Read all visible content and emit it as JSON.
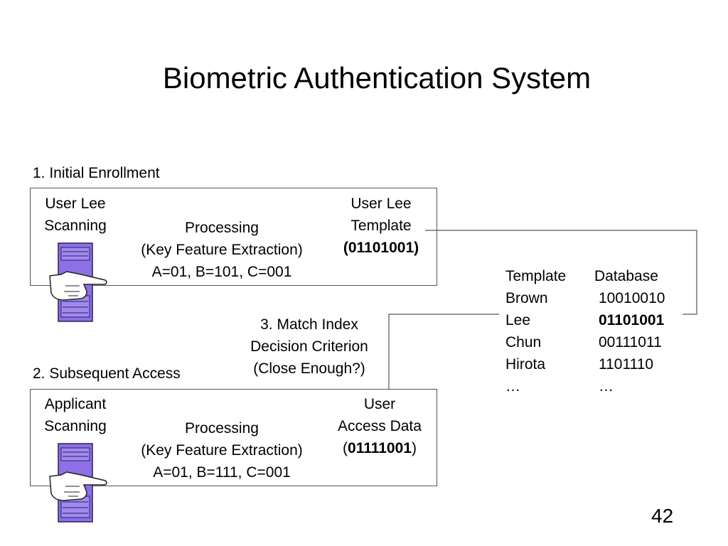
{
  "slide": {
    "title": "Biometric Authentication System",
    "page_number": "42"
  },
  "enrollment": {
    "label": "1. Initial Enrollment",
    "user_scanning": [
      "User Lee",
      "Scanning"
    ],
    "processing": [
      "Processing",
      "(Key Feature Extraction)",
      "A=01, B=101, C=001"
    ],
    "template": [
      "User Lee",
      "Template"
    ],
    "template_code": "(01101001)"
  },
  "match": {
    "lines": [
      "3. Match Index",
      "Decision Criterion",
      "(Close Enough?)"
    ]
  },
  "access": {
    "label": "2. Subsequent Access",
    "applicant_scanning": [
      "Applicant",
      "Scanning"
    ],
    "processing": [
      "Processing",
      "(Key Feature Extraction)",
      "A=01, B=111, C=001"
    ],
    "user_access": [
      "User",
      "Access Data"
    ],
    "code_open": "(",
    "code": "01111001",
    "code_close": ")"
  },
  "database": {
    "header_left": "Template",
    "header_right": "Database",
    "rows": [
      {
        "name": "Brown",
        "code": "10010010"
      },
      {
        "name": "Lee",
        "code": "01101001",
        "bold": true
      },
      {
        "name": "Chun",
        "code": "00111011"
      },
      {
        "name": "Hirota",
        "code": "1101110"
      },
      {
        "name": "…",
        "code": "…"
      }
    ]
  },
  "colors": {
    "scanner_fill": "#8d6fe6",
    "scanner_stroke": "#2a2060",
    "box_border": "#555555",
    "connector": "#555555"
  },
  "icons": [
    "fingerprint-scanner-icon",
    "pointing-hand-icon"
  ]
}
